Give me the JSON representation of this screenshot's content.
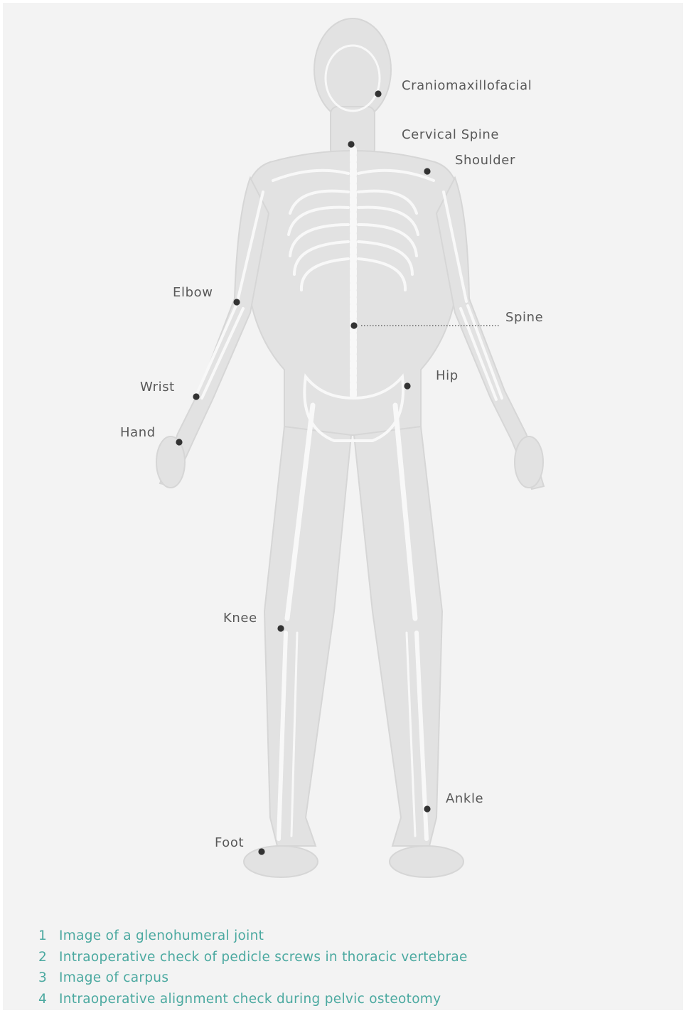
{
  "callouts": {
    "craniomaxillofacial": "Craniomaxillofacial",
    "cervical_spine": "Cervical Spine",
    "shoulder": "Shoulder",
    "elbow": "Elbow",
    "spine": "Spine",
    "wrist": "Wrist",
    "hip": "Hip",
    "hand": "Hand",
    "knee": "Knee",
    "ankle": "Ankle",
    "foot": "Foot"
  },
  "legend": [
    {
      "number": "1",
      "text": "Image of a glenohumeral joint"
    },
    {
      "number": "2",
      "text": "Intraoperative check of pedicle screws in thoracic vertebrae"
    },
    {
      "number": "3",
      "text": "Image of carpus"
    },
    {
      "number": "4",
      "text": "Intraoperative alignment check during pelvic osteotomy"
    }
  ],
  "colors": {
    "background": "#f3f3f3",
    "label_text": "#595959",
    "marker": "#333333",
    "legend_text": "#4ba9a0"
  }
}
